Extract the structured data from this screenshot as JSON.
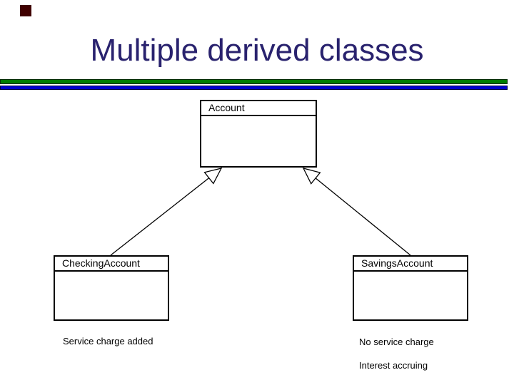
{
  "slide": {
    "title": "Multiple derived classes",
    "colors": {
      "title": "#29226E",
      "bar_green": "#007D00",
      "bar_blue": "#0000CC",
      "corner_square": "#400000",
      "diagram_line": "#000000"
    }
  },
  "diagram": {
    "classes": [
      {
        "name": "Account",
        "role": "base"
      },
      {
        "name": "CheckingAccount",
        "role": "derived"
      },
      {
        "name": "SavingsAccount",
        "role": "derived"
      }
    ],
    "annotations": [
      {
        "text": "Service charge added"
      },
      {
        "text": "No service charge"
      },
      {
        "text": "Interest accruing"
      }
    ]
  }
}
